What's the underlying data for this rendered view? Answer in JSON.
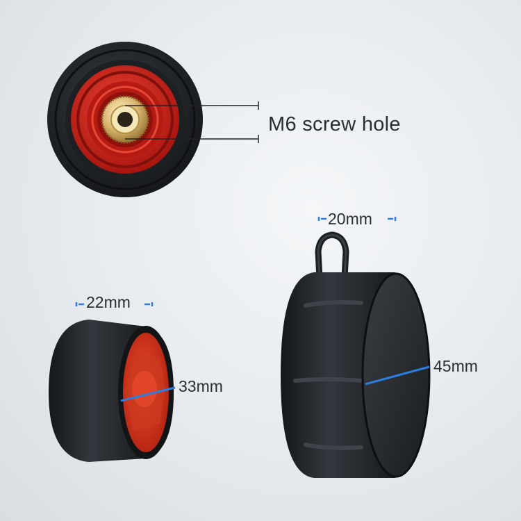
{
  "labels": {
    "screw_hole": "M6 screw hole",
    "width_large": "20mm",
    "width_small": "22mm",
    "diameter_small": "33mm",
    "diameter_large": "45mm"
  },
  "colors": {
    "accent_blue": "#2b7de0",
    "cap_black": "#1f2226",
    "inner_red": "#d8281e",
    "brass": "#d8b878",
    "leader_line": "#222222"
  }
}
